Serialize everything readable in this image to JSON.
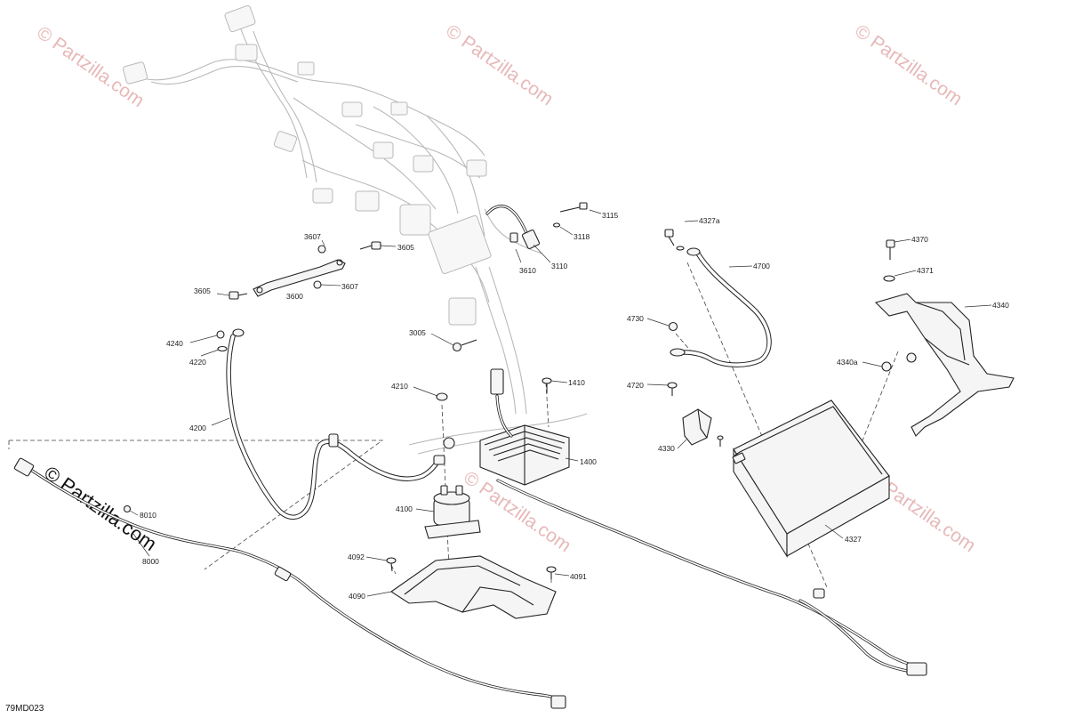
{
  "diagram": {
    "drawing_code": "79MD023",
    "watermarks": {
      "text": "© Partzilla.com",
      "bold_text": "© Partzilla.com"
    },
    "parts": {
      "p3115": "3115",
      "p3118": "3118",
      "p3110": "3110",
      "p3610": "3610",
      "p3607a": "3607",
      "p3605a": "3605",
      "p3605b": "3605",
      "p3600": "3600",
      "p3607b": "3607",
      "p4240": "4240",
      "p4220": "4220",
      "p4200": "4200",
      "p3005": "3005",
      "p4210": "4210",
      "p1410": "1410",
      "p1400": "1400",
      "p4100": "4100",
      "p4092": "4092",
      "p4091": "4091",
      "p4090": "4090",
      "p8010": "8010",
      "p8000": "8000",
      "p4327a": "4327a",
      "p4700": "4700",
      "p4730": "4730",
      "p4720": "4720",
      "p4330": "4330",
      "p4327": "4327",
      "p4370": "4370",
      "p4371": "4371",
      "p4340": "4340",
      "p4340a": "4340a"
    }
  }
}
